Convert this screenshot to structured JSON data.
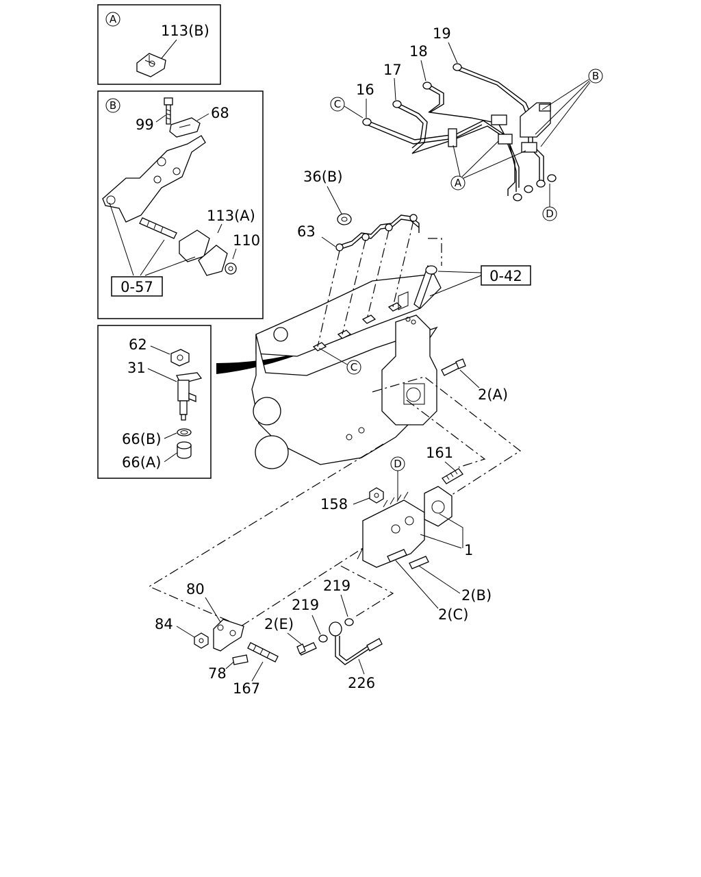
{
  "diagram": {
    "inset_a": {
      "badge": "A",
      "labels": [
        "113(B)"
      ]
    },
    "inset_b": {
      "badge": "B",
      "labels": [
        "99",
        "68",
        "113(A)",
        "110"
      ],
      "ref_box": "0-57"
    },
    "inset_injector": {
      "labels": [
        "62",
        "31",
        "66(B)",
        "66(A)"
      ]
    },
    "main": {
      "pipe_labels": [
        "19",
        "18",
        "17",
        "16"
      ],
      "pipe_markers": [
        "B",
        "C",
        "A",
        "D"
      ],
      "engine_labels": [
        "36(B)",
        "63",
        "2(A)"
      ],
      "engine_markers": [
        "C"
      ],
      "ref_box": "0-42",
      "pump_labels": [
        "161",
        "158",
        "1",
        "2(B)",
        "2(C)"
      ],
      "pump_markers": [
        "D"
      ],
      "lower_labels": [
        "219",
        "219",
        "80",
        "84",
        "2(E)",
        "78",
        "167",
        "226"
      ]
    }
  }
}
